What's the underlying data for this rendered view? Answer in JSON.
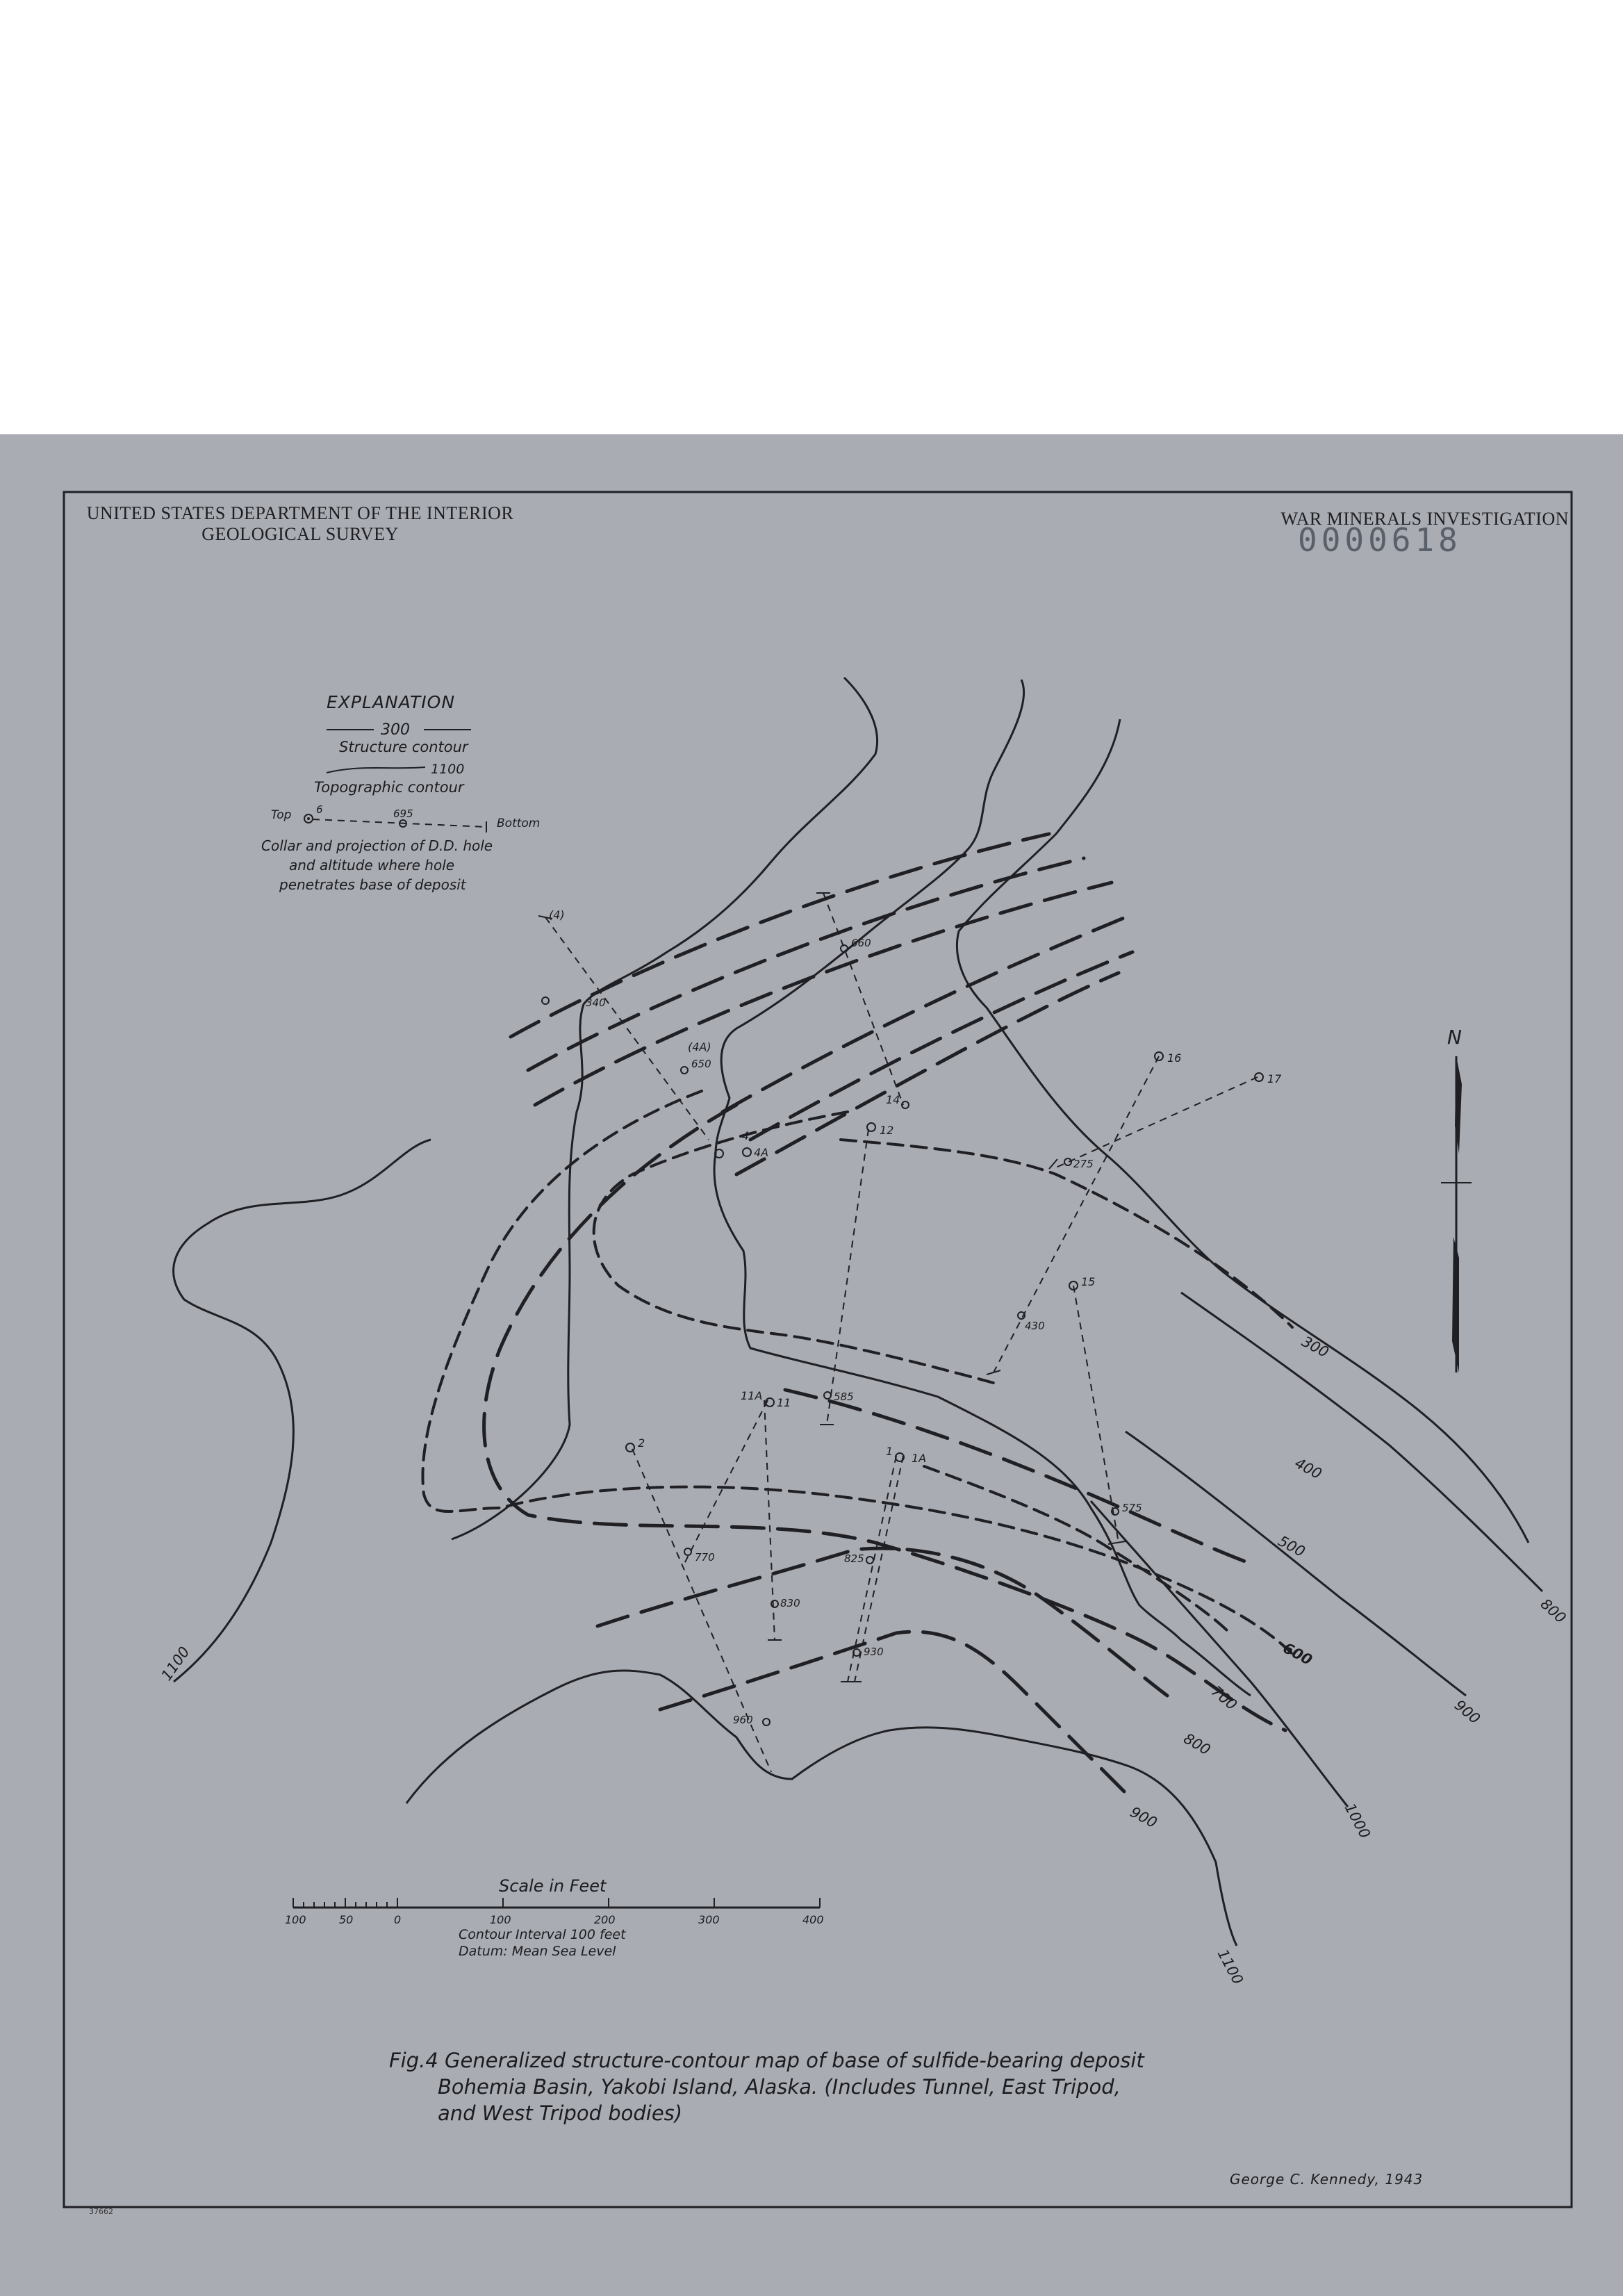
{
  "header": {
    "agency_line1": "UNITED STATES DEPARTMENT OF THE INTERIOR",
    "agency_line2": "GEOLOGICAL SURVEY",
    "program": "WAR MINERALS INVESTIGATION",
    "stamp_number": "0000618"
  },
  "explanation": {
    "title": "EXPLANATION",
    "structure_value": "300",
    "structure_label": "Structure contour",
    "topo_value": "1100",
    "topo_label": "Topographic contour",
    "top_label": "Top",
    "hole_example": "6",
    "altitude_example": "695",
    "bottom_label": "Bottom",
    "hole_desc_1": "Collar and projection of D.D. hole",
    "hole_desc_2": "and altitude where hole",
    "hole_desc_3": "penetrates base of deposit"
  },
  "north_arrow": {
    "label": "N"
  },
  "scale": {
    "title": "Scale in Feet",
    "ticks": [
      "100",
      "50",
      "0",
      "100",
      "200",
      "300",
      "400"
    ],
    "interval": "Contour Interval 100 feet",
    "datum": "Datum: Mean Sea Level"
  },
  "contours": {
    "structure": [
      "300",
      "400",
      "500",
      "600",
      "700",
      "800",
      "900"
    ],
    "topographic": [
      "800",
      "900",
      "1000",
      "1100",
      "1100"
    ]
  },
  "drill_holes": [
    {
      "id": "(4)"
    },
    {
      "id": "(4A)"
    },
    {
      "id": "4"
    },
    {
      "id": "4A"
    },
    {
      "id": "14"
    },
    {
      "id": "12"
    },
    {
      "id": "16"
    },
    {
      "id": "17"
    },
    {
      "id": "15"
    },
    {
      "id": "11A"
    },
    {
      "id": "11"
    },
    {
      "id": "2"
    },
    {
      "id": "1"
    },
    {
      "id": "1A"
    }
  ],
  "altitudes": [
    "340",
    "650",
    "660",
    "275",
    "430",
    "585",
    "575",
    "770",
    "825",
    "830",
    "930",
    "960"
  ],
  "caption": {
    "line1": "Fig.4   Generalized structure-contour map of base of sulfide-bearing deposit",
    "line2": "Bohemia Basin, Yakobi Island, Alaska. (Includes Tunnel, East Tripod,",
    "line3": "and West Tripod bodies)"
  },
  "signature": "George C. Kennedy, 1943",
  "sheet_number": "37662"
}
